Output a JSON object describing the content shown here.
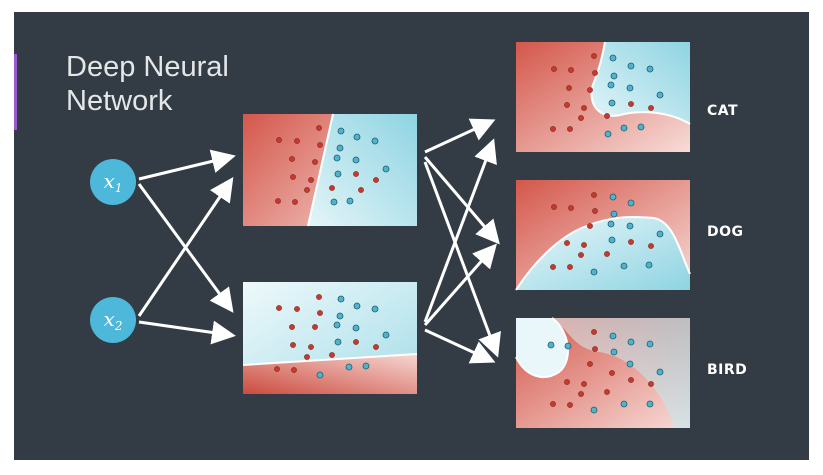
{
  "slide": {
    "title_line1": "Deep Neural",
    "title_line2": "Network"
  },
  "inputs": [
    {
      "symbol": "x",
      "subscript": "1"
    },
    {
      "symbol": "x",
      "subscript": "2"
    }
  ],
  "outputs": [
    "CAT",
    "DOG",
    "BIRD"
  ],
  "colors": {
    "background": "#333b44",
    "accent": "#9b59d0",
    "node": "#4db8d9",
    "red_region": "#d4574b",
    "blue_region": "#8ed4e2",
    "red_point": "#c9382b",
    "blue_point": "#4fb3cc"
  }
}
